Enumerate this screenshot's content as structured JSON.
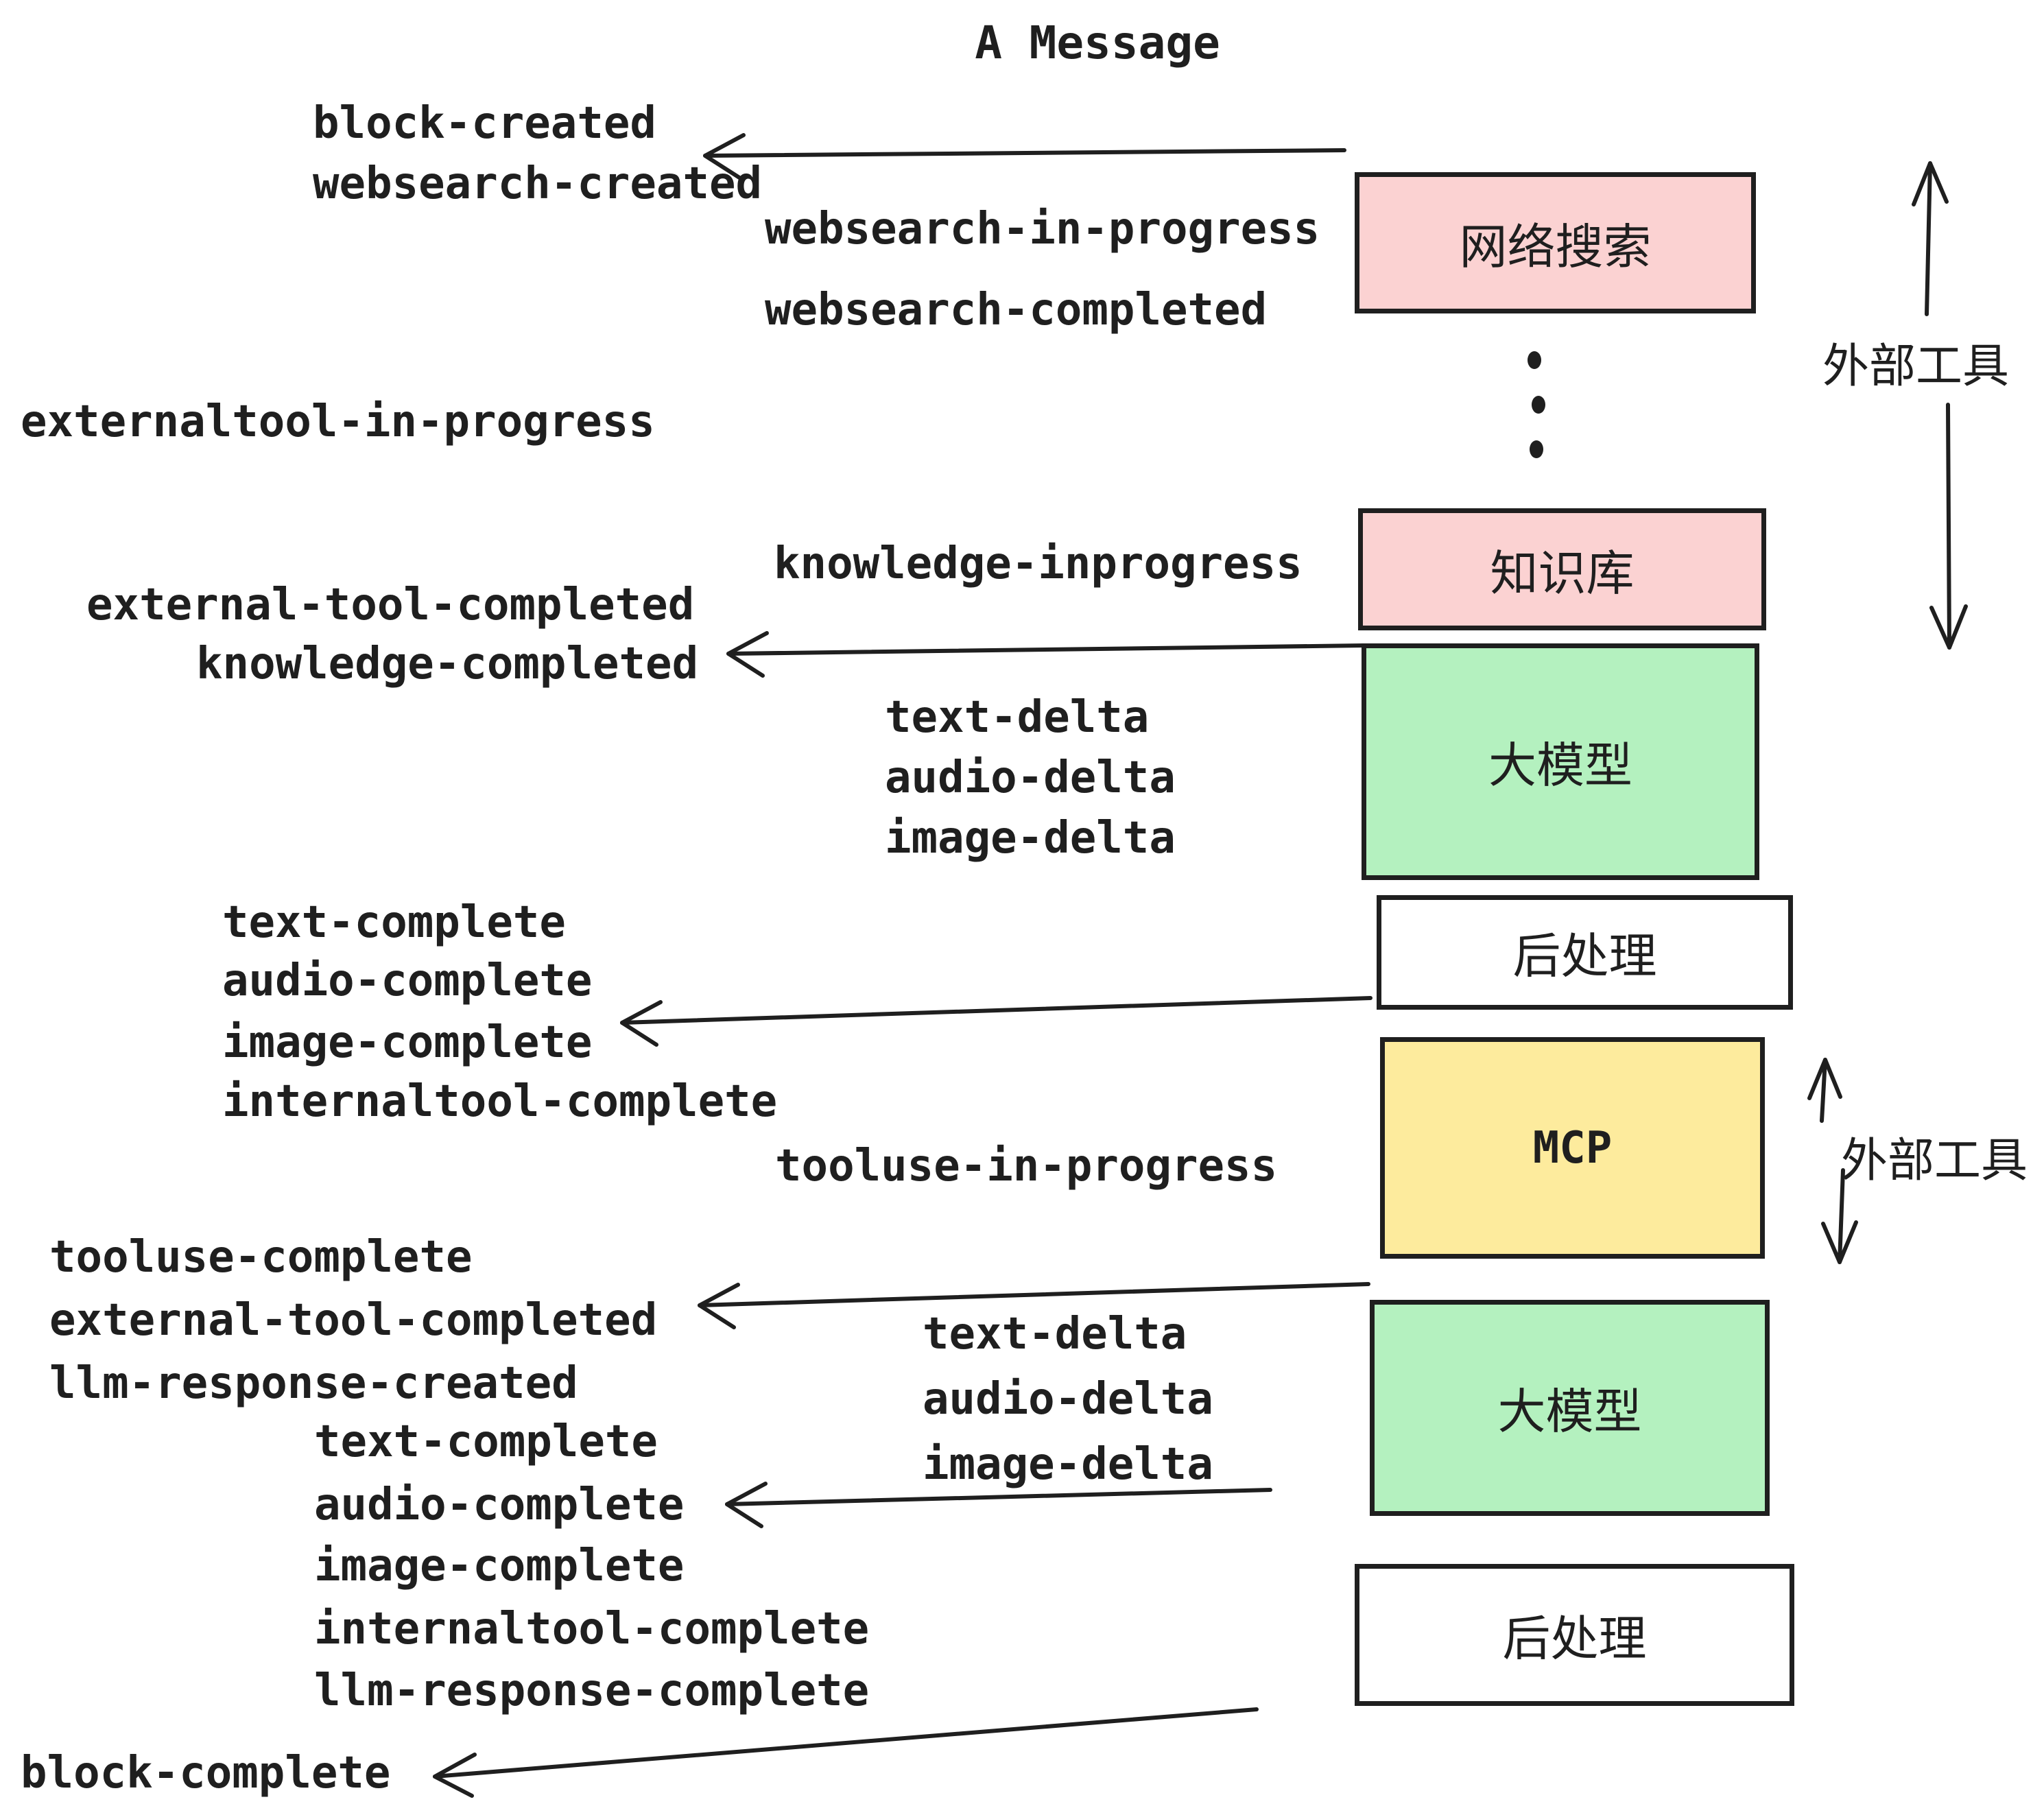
{
  "title": "A Message",
  "colors": {
    "ink": "#1f1f1f",
    "box_pink": "#fbd2d2",
    "box_green": "#b4f1bf",
    "box_yellow": "#fdeb9d",
    "box_white": "#ffffff"
  },
  "boxes": [
    {
      "id": "websearch",
      "label": "网络搜索"
    },
    {
      "id": "knowledge",
      "label": "知识库"
    },
    {
      "id": "llm-1",
      "label": "大模型"
    },
    {
      "id": "postprocess-1",
      "label": "后处理"
    },
    {
      "id": "mcp",
      "label": "MCP"
    },
    {
      "id": "llm-2",
      "label": "大模型"
    },
    {
      "id": "postprocess-2",
      "label": "后处理"
    }
  ],
  "events": [
    {
      "label": "block-created"
    },
    {
      "label": "websearch-created"
    },
    {
      "label": "websearch-in-progress"
    },
    {
      "label": "websearch-completed"
    },
    {
      "label": "externaltool-in-progress"
    },
    {
      "label": "knowledge-inprogress"
    },
    {
      "label": "external-tool-completed"
    },
    {
      "label": "knowledge-completed"
    },
    {
      "label": "text-delta"
    },
    {
      "label": "audio-delta"
    },
    {
      "label": "image-delta"
    },
    {
      "label": "text-complete"
    },
    {
      "label": "audio-complete"
    },
    {
      "label": "image-complete"
    },
    {
      "label": "internaltool-complete"
    },
    {
      "label": "tooluse-in-progress"
    },
    {
      "label": "tooluse-complete"
    },
    {
      "label": "external-tool-completed"
    },
    {
      "label": "llm-response-created"
    },
    {
      "label": "text-complete"
    },
    {
      "label": "audio-complete"
    },
    {
      "label": "image-complete"
    },
    {
      "label": "internaltool-complete"
    },
    {
      "label": "llm-response-complete"
    },
    {
      "label": "block-complete"
    },
    {
      "label": "text-delta"
    },
    {
      "label": "audio-delta"
    },
    {
      "label": "image-delta"
    }
  ],
  "annotations": {
    "external_tool_top": "外部工具",
    "external_tool_mcp": "外部工具"
  }
}
